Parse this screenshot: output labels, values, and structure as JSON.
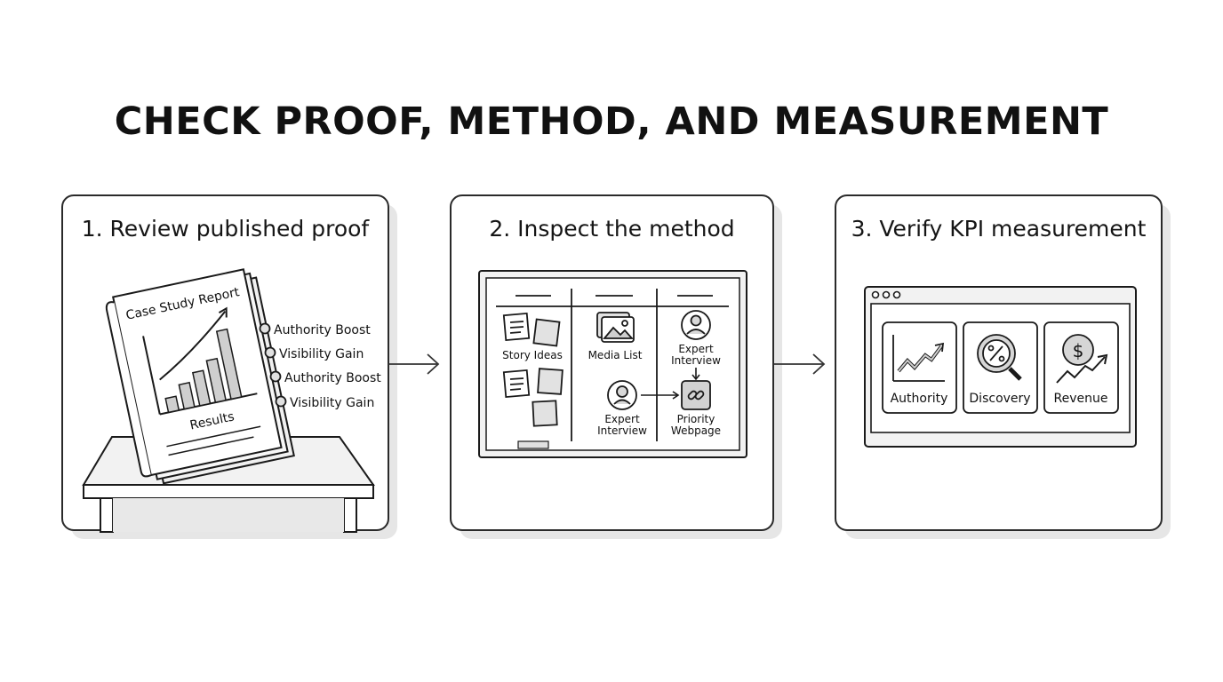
{
  "title": "CHECK PROOF, METHOD, AND MEASUREMENT",
  "steps": [
    {
      "title": "1. Review published proof",
      "report_title": "Case Study Report",
      "report_caption": "Results",
      "tabs": [
        "Authority Boost",
        "Visibility Gain",
        "Authority Boost",
        "Visibility Gain"
      ]
    },
    {
      "title": "2. Inspect the method",
      "board": {
        "story_ideas": "Story Ideas",
        "media_list": "Media List",
        "expert_interview_top": [
          "Expert",
          "Interview"
        ],
        "expert_interview_bottom": [
          "Expert",
          "Interview"
        ],
        "priority_webpage": [
          "Priority",
          "Webpage"
        ]
      }
    },
    {
      "title": "3. Verify KPI measurement",
      "kpis": [
        "Authority",
        "Discovery",
        "Revenue"
      ]
    }
  ],
  "colors": {
    "ink": "#1a1a1a",
    "fill_gray": "#cfcfcf",
    "light_gray": "#e8e8e8",
    "shadow": "#e6e6e6"
  }
}
